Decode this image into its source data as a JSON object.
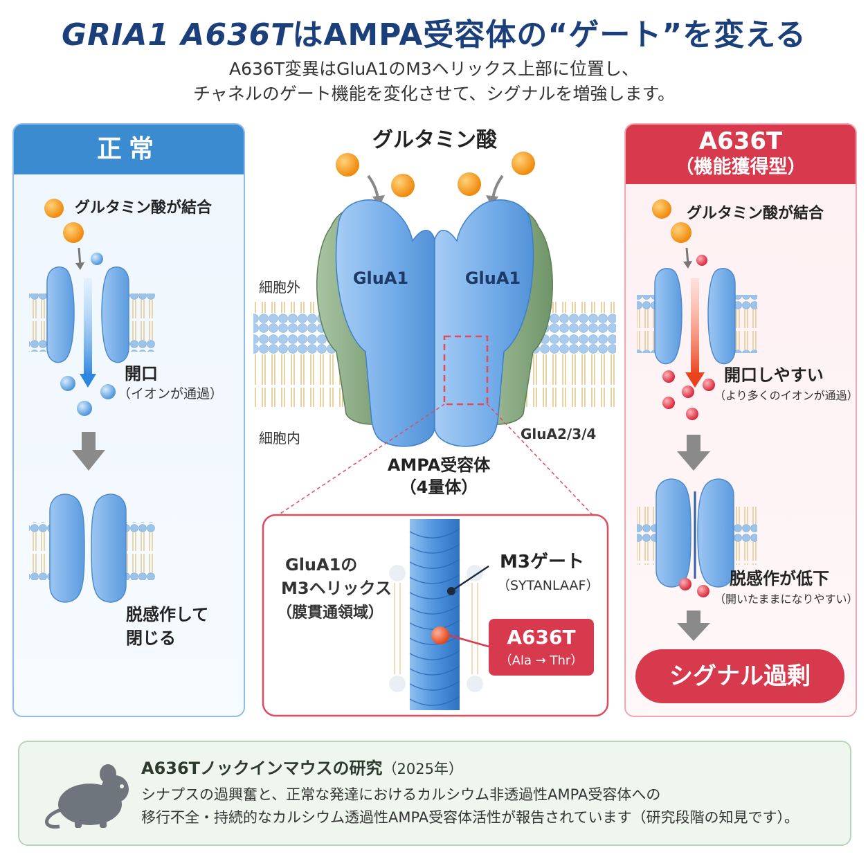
{
  "title_em": "GRIA1 A636T",
  "title_rest": "はAMPA受容体の“ゲート”を変える",
  "subtitle_line1": "A636T変異はGluA1のM3ヘリックス上部に位置し、",
  "subtitle_line2": "チャネルのゲート機能を変化させて、シグナルを増強します。",
  "normal": {
    "header": "正常",
    "binding": "グルタミン酸が結合",
    "open": "開口",
    "open_sub": "（イオンが通過）",
    "desens_line1": "脱感作して",
    "desens_line2": "閉じる"
  },
  "center": {
    "glutamate": "グルタミン酸",
    "subunit_left": "GluA1",
    "subunit_right": "GluA1",
    "extracellular": "細胞外",
    "intracellular": "細胞内",
    "other_subunits": "GluA2/3/4",
    "receptor": "AMPA受容体",
    "receptor_sub": "（4量体）",
    "helix_line1": "GluA1の",
    "helix_line2": "M3ヘリックス",
    "helix_line3": "（膜貫通領域）",
    "gate": "M3ゲート",
    "gate_seq": "（SYTANLAAF）",
    "mutation": "A636T",
    "mutation_sub": "（Ala → Thr）"
  },
  "mutant": {
    "header_line1": "A636T",
    "header_line2": "（機能獲得型）",
    "binding": "グルタミン酸が結合",
    "open": "開口しやすい",
    "open_sub": "（より多くのイオンが通過）",
    "desens": "脱感作が低下",
    "desens_sub": "（開いたままになりやすい）",
    "signal": "シグナル過剰"
  },
  "bottom": {
    "title": "A636Tノックインマウスの研究",
    "year": "（2025年）",
    "line1": "シナプスの過興奮と、正常な発達におけるカルシウム非透過性AMPA受容体への",
    "line2": "移行不全・持続的なカルシウム透過性AMPA受容体活性が報告されています（研究段階の知見です）。"
  },
  "colors": {
    "blue": "#3b8bd0",
    "red": "#d83a4d",
    "glutamate": "#f5a21c",
    "subunit": "#7fb2ea",
    "other_subunit": "#8fb08a"
  }
}
